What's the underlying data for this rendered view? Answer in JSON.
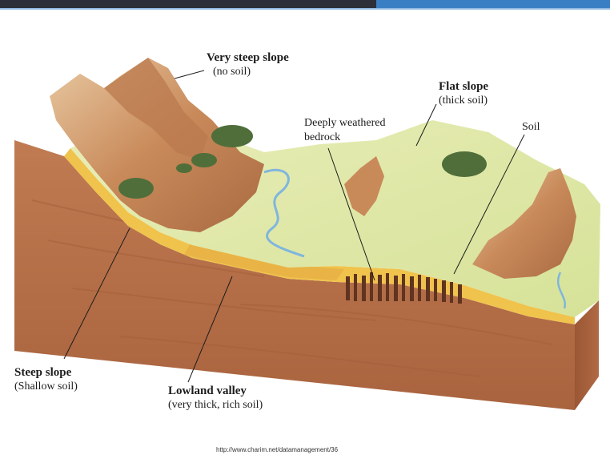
{
  "labels": {
    "very_steep": {
      "title": "Very steep slope",
      "sub": "(no soil)"
    },
    "flat": {
      "title": "Flat slope",
      "sub": "(thick soil)"
    },
    "weathered": {
      "line1": "Deeply weathered",
      "line2": "bedrock"
    },
    "soil": {
      "title": "Soil"
    },
    "steep": {
      "title": "Steep slope",
      "sub": "(Shallow soil)"
    },
    "lowland": {
      "title": "Lowland valley",
      "sub": "(very thick, rich soil)"
    }
  },
  "source": "http://www.charim.net/datamanagement/36",
  "colors": {
    "bedrock": "#b9734a",
    "soil_layer": "#f0c34d",
    "plain": "#dfe6a4",
    "mountain": "#c98a5a",
    "river": "#7fb6dd",
    "vegetation": "#4f6e3a"
  }
}
